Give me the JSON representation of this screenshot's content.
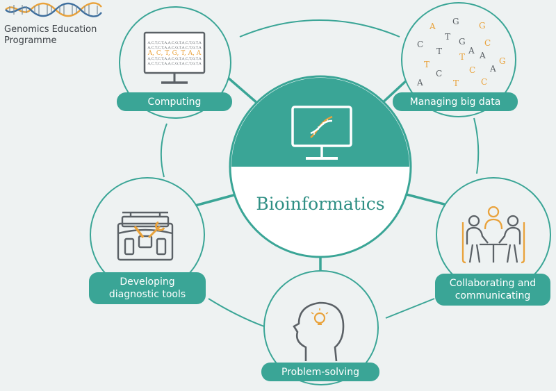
{
  "logo": {
    "line1": "Genomics Education",
    "line2": "Programme"
  },
  "center": {
    "title": "Bioinformatics",
    "icon": "dna-monitor-icon"
  },
  "nodes": {
    "computing": {
      "label": "Computing",
      "icon": "monitor-sequence-icon",
      "screen_lines": [
        "A,C,T,C,T,A,A,C,G,T,A,C,T,G,T,A",
        "A,C,T,C,T,A,A,C,G,T,A,C,T,G,T,A",
        "A, C, T, G, T, A, A",
        "A,C,T,C,T,A,A,C,G,T,A,C,T,G,T,A",
        "A,C,T,C,T,A,A,C,G,T,A,C,T,G,T,A"
      ]
    },
    "big_data": {
      "label": "Managing big data",
      "icon": "scattered-letters-icon",
      "letters": [
        "A",
        "G",
        "G",
        "C",
        "T",
        "C",
        "T",
        "T",
        "A",
        "T",
        "C",
        "G",
        "C",
        "A",
        "A",
        "T",
        "C",
        "A",
        "G"
      ]
    },
    "diagnostic": {
      "label_line1": "Developing",
      "label_line2": "diagnostic tools",
      "icon": "toolbox-icon"
    },
    "collaborating": {
      "label_line1": "Collaborating and",
      "label_line2": "communicating",
      "icon": "people-meeting-icon"
    },
    "problem": {
      "label": "Problem-solving",
      "icon": "head-lightbulb-icon"
    }
  },
  "colors": {
    "teal": "#3aa596",
    "teal_dark": "#2f8f84",
    "orange": "#e9a23b",
    "grey": "#5b6166",
    "background": "#eef2f2"
  }
}
